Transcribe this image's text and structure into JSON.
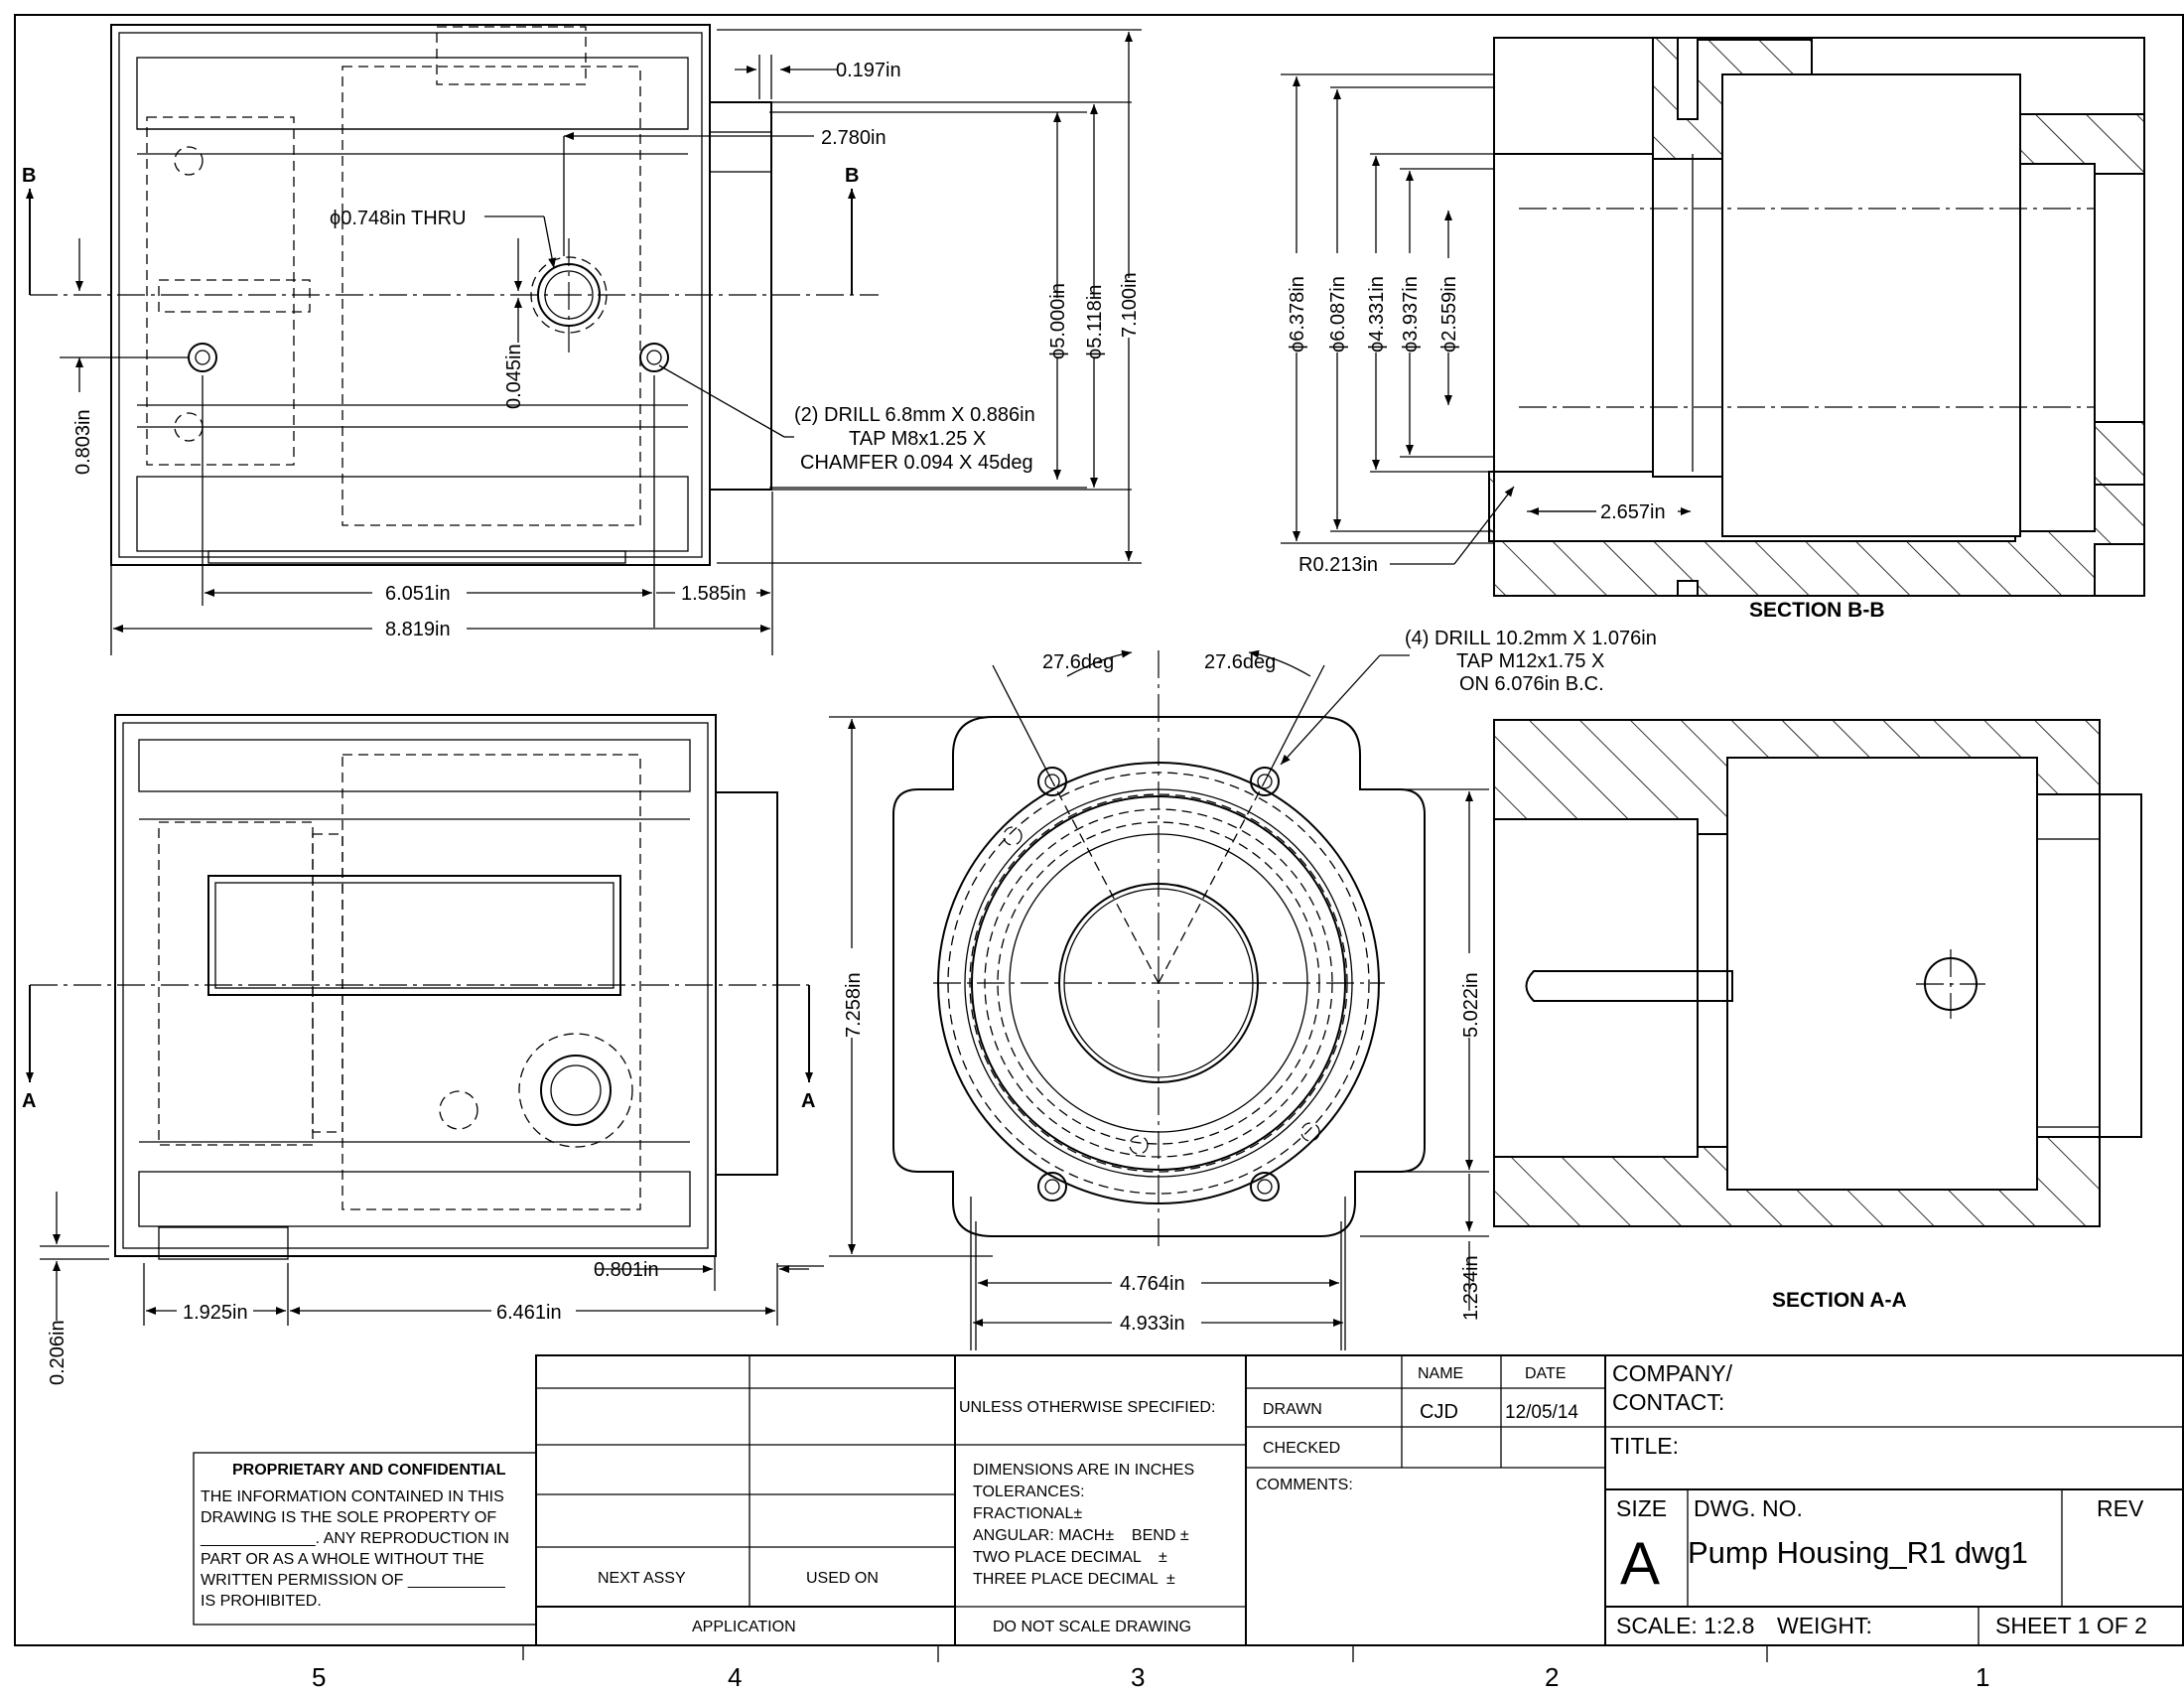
{
  "dimensions": {
    "d0197": "0.197in",
    "d2780": "2.780in",
    "thru_hole": "ϕ0.748in THRU",
    "d0045": "0.045in",
    "d0803": "0.803in",
    "dia5000": "ϕ5.000in",
    "dia5118": "ϕ5.118in",
    "d7100": "7.100in",
    "d6051": "6.051in",
    "d1585": "1.585in",
    "d8819": "8.819in",
    "drill_note": [
      "(2) DRILL 6.8mm X 0.886in",
      "TAP M8x1.25 X",
      "CHAMFER 0.094 X 45deg"
    ],
    "dia6378": "ϕ6.378in",
    "dia6087": "ϕ6.087in",
    "dia4331": "ϕ4.331in",
    "dia3937": "ϕ3.937in",
    "dia2559": "ϕ2.559in",
    "d2657": "2.657in",
    "r0213": "R0.213in",
    "ang_left": "27.6deg",
    "ang_right": "27.6deg",
    "drill4_note": [
      "(4) DRILL 10.2mm X 1.076in",
      "TAP M12x1.75 X",
      "ON 6.076in B.C."
    ],
    "d7258": "7.258in",
    "d5022": "5.022in",
    "d4764": "4.764in",
    "d4933": "4.933in",
    "d1234": "1.234in",
    "d0801": "0.801in",
    "d1925": "1.925in",
    "d6461": "6.461in",
    "d0206": "0.206in"
  },
  "views": {
    "section_bb": "SECTION B-B",
    "section_aa": "SECTION A-A",
    "cut_b_left": "B",
    "cut_b_right": "B",
    "cut_a_left": "A",
    "cut_a_right": "A"
  },
  "title_block": {
    "proprietary_title": "PROPRIETARY AND CONFIDENTIAL",
    "proprietary_lines": [
      "THE INFORMATION CONTAINED IN THIS",
      "DRAWING IS THE SOLE PROPERTY OF",
      "_____________. ANY REPRODUCTION IN",
      "PART OR AS A WHOLE WITHOUT THE",
      "WRITTEN PERMISSION OF ___________",
      "IS PROHIBITED."
    ],
    "next_assy": "NEXT ASSY",
    "used_on": "USED ON",
    "application": "APPLICATION",
    "unless": "UNLESS OTHERWISE SPECIFIED:",
    "tol_lines": [
      "DIMENSIONS ARE IN INCHES",
      "TOLERANCES:",
      "FRACTIONAL±",
      "ANGULAR: MACH±    BEND ±",
      "TWO PLACE DECIMAL    ±",
      "THREE PLACE DECIMAL  ±"
    ],
    "do_not_scale": "DO NOT SCALE DRAWING",
    "name_hdr": "NAME",
    "date_hdr": "DATE",
    "drawn": "DRAWN",
    "drawn_name": "CJD",
    "drawn_date": "12/05/14",
    "checked": "CHECKED",
    "comments": "COMMENTS:",
    "company": "COMPANY/",
    "contact": "CONTACT:",
    "title": "TITLE:",
    "size_lbl": "SIZE",
    "size_val": "A",
    "dwg_no_lbl": "DWG.  NO.",
    "dwg_no": "Pump Housing_R1 dwg1",
    "rev": "REV",
    "scale": "SCALE: 1:2.8",
    "weight": "WEIGHT:",
    "sheet": "SHEET 1 OF 2"
  },
  "zones": [
    "5",
    "4",
    "3",
    "2",
    "1"
  ]
}
